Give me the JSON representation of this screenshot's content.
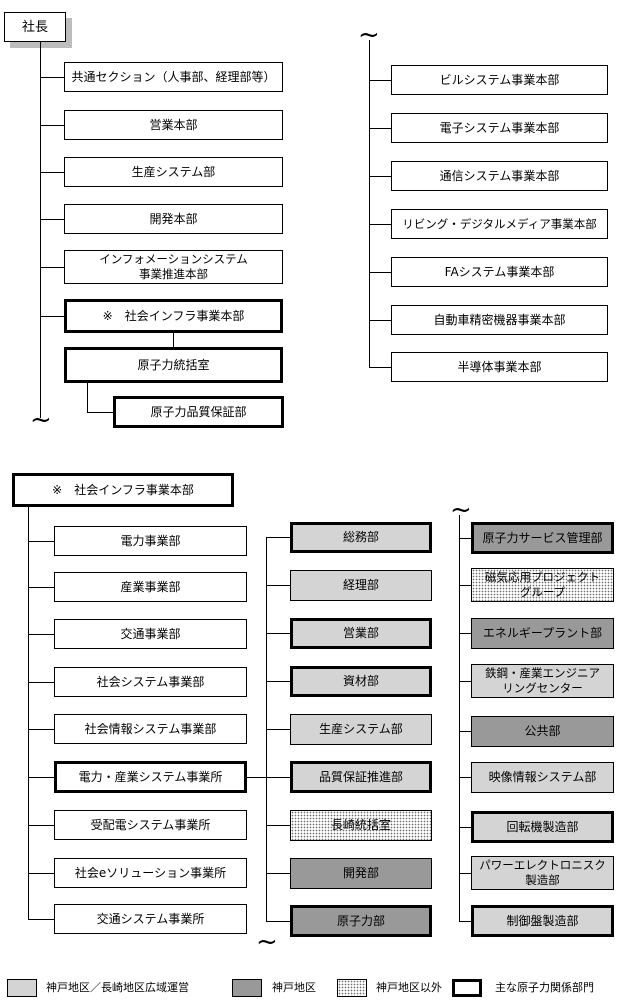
{
  "top": {
    "president": "社長",
    "left_column": [
      "共通セクション（人事部、経理部等）",
      "営業本部",
      "生産システム部",
      "開発本部",
      "インフォメーションシステム\n事業推進本部",
      "※　社会インフラ事業本部",
      "原子力統括室",
      "原子力品質保証部"
    ],
    "right_column": [
      "ビルシステム事業本部",
      "電子システム事業本部",
      "通信システム事業本部",
      "リビング・デジタルメディア事業本部",
      "FAシステム事業本部",
      "自動車精密機器事業本部",
      "半導体事業本部"
    ]
  },
  "bottom": {
    "header": "※　社会インフラ事業本部",
    "col1": [
      "電力事業部",
      "産業事業部",
      "交通事業部",
      "社会システム事業部",
      "社会情報システム事業部",
      "電力・産業システム事業所",
      "受配電システム事業所",
      "社会eソリューション事業所",
      "交通システム事業所"
    ],
    "col2": [
      "総務部",
      "経理部",
      "営業部",
      "資材部",
      "生産システム部",
      "品質保証推進部",
      "長崎統括室",
      "開発部",
      "原子力部"
    ],
    "col3": [
      "原子力サービス管理部",
      "磁気応用プロジェクト\nグループ",
      "エネルギープラント部",
      "鉄鋼・産業エンジニア\nリングセンター",
      "公共部",
      "映像情報システム部",
      "回転機製造部",
      "パワーエレクトロニスク\n製造部",
      "制御盤製造部"
    ]
  },
  "legend": {
    "items": [
      "神戸地区／長崎地区広域運営",
      "神戸地区",
      "神戸地区以外",
      "主な原子力関係部門"
    ]
  },
  "colors": {
    "light_gray": "#d4d4d4",
    "dark_gray": "#999999",
    "border": "#000000"
  },
  "ellipsis": "~"
}
